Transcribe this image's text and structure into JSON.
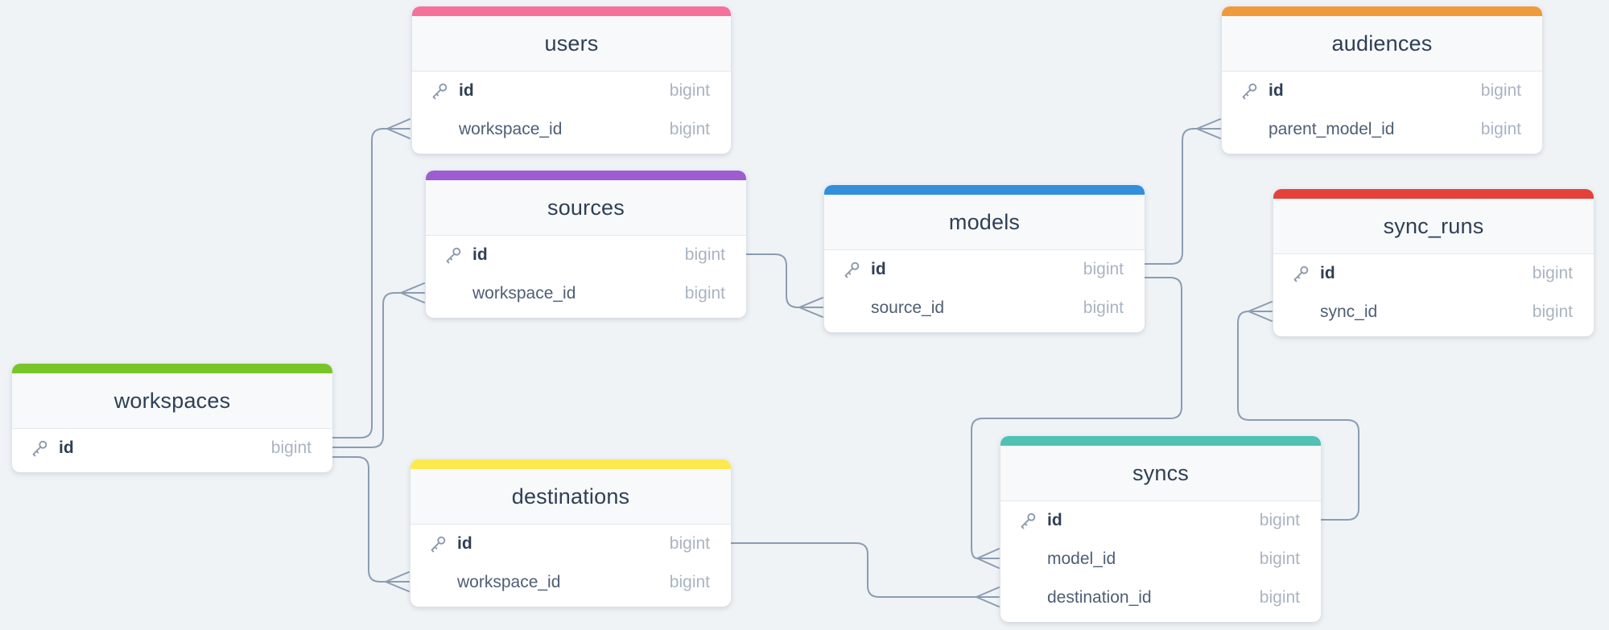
{
  "diagram": {
    "background_color": "#eff3f6",
    "connector_color": "#8c9cb2",
    "tables": [
      {
        "name": "users",
        "accent_color": "#f5719b",
        "fields": [
          {
            "name": "id",
            "type": "bigint",
            "primary_key": true
          },
          {
            "name": "workspace_id",
            "type": "bigint",
            "primary_key": false
          }
        ]
      },
      {
        "name": "audiences",
        "accent_color": "#f09a3c",
        "fields": [
          {
            "name": "id",
            "type": "bigint",
            "primary_key": true
          },
          {
            "name": "parent_model_id",
            "type": "bigint",
            "primary_key": false
          }
        ]
      },
      {
        "name": "sources",
        "accent_color": "#9d5cd0",
        "fields": [
          {
            "name": "id",
            "type": "bigint",
            "primary_key": true
          },
          {
            "name": "workspace_id",
            "type": "bigint",
            "primary_key": false
          }
        ]
      },
      {
        "name": "models",
        "accent_color": "#318fdb",
        "fields": [
          {
            "name": "id",
            "type": "bigint",
            "primary_key": true
          },
          {
            "name": "source_id",
            "type": "bigint",
            "primary_key": false
          }
        ]
      },
      {
        "name": "sync_runs",
        "accent_color": "#e5413b",
        "fields": [
          {
            "name": "id",
            "type": "bigint",
            "primary_key": true
          },
          {
            "name": "sync_id",
            "type": "bigint",
            "primary_key": false
          }
        ]
      },
      {
        "name": "workspaces",
        "accent_color": "#79c528",
        "fields": [
          {
            "name": "id",
            "type": "bigint",
            "primary_key": true
          }
        ]
      },
      {
        "name": "destinations",
        "accent_color": "#fde94e",
        "fields": [
          {
            "name": "id",
            "type": "bigint",
            "primary_key": true
          },
          {
            "name": "workspace_id",
            "type": "bigint",
            "primary_key": false
          }
        ]
      },
      {
        "name": "syncs",
        "accent_color": "#4fc2b4",
        "fields": [
          {
            "name": "id",
            "type": "bigint",
            "primary_key": true
          },
          {
            "name": "model_id",
            "type": "bigint",
            "primary_key": false
          },
          {
            "name": "destination_id",
            "type": "bigint",
            "primary_key": false
          }
        ]
      }
    ],
    "relationships": [
      {
        "from": "workspaces.id",
        "to": "users.workspace_id",
        "type": "one-to-many"
      },
      {
        "from": "workspaces.id",
        "to": "sources.workspace_id",
        "type": "one-to-many"
      },
      {
        "from": "workspaces.id",
        "to": "destinations.workspace_id",
        "type": "one-to-many"
      },
      {
        "from": "sources.id",
        "to": "models.source_id",
        "type": "one-to-many"
      },
      {
        "from": "models.id",
        "to": "audiences.parent_model_id",
        "type": "one-to-many"
      },
      {
        "from": "models.id",
        "to": "syncs.model_id",
        "type": "one-to-many"
      },
      {
        "from": "destinations.id",
        "to": "syncs.destination_id",
        "type": "one-to-many"
      },
      {
        "from": "syncs.id",
        "to": "sync_runs.sync_id",
        "type": "one-to-many"
      }
    ]
  }
}
